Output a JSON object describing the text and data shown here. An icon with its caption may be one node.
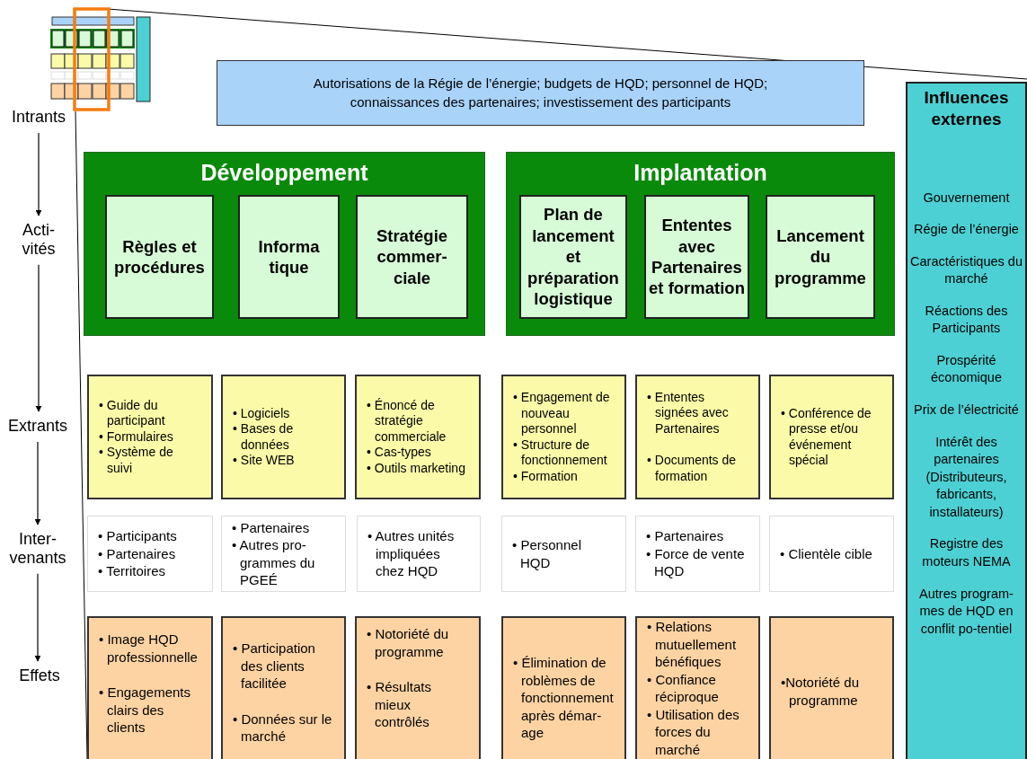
{
  "diagram": {
    "nodes": [
      {
        "text": [
          "Intrants"
        ]
      },
      {
        "text": [
          "Acti-vités"
        ]
      },
      {
        "text": [
          "Extrants"
        ]
      },
      {
        "text": [
          "Inter-venants"
        ]
      },
      {
        "text": [
          "Effets"
        ]
      },
      {
        "text": [
          "Autorisations de la Régie de l’énergie; budgets de HQD; personnel de HQD; connaissances des partenaires; investissement des participants"
        ]
      },
      {
        "text": [
          "Développement"
        ]
      },
      {
        "text": [
          "Règles et procédures"
        ],
        "in": 6
      },
      {
        "text": [
          "Informa tique"
        ],
        "in": 6
      },
      {
        "text": [
          "Stratégie commer-ciale"
        ],
        "in": 6
      },
      {
        "text": [
          "Implantation"
        ]
      },
      {
        "text": [
          "Plan de lancement et préparation logistique"
        ],
        "in": 10
      },
      {
        "text": [
          "Ententes avec Partenaires et formation"
        ],
        "in": 10
      },
      {
        "text": [
          "Lancement du programme"
        ],
        "in": 10
      },
      {
        "text": [
          "• Guide du participant",
          "• Formulaires",
          "• Système de suivi"
        ]
      },
      {
        "text": [
          "• Logiciels",
          "• Bases de données",
          "• Site WEB"
        ]
      },
      {
        "text": [
          "• Énoncé de stratégie commerciale",
          "• Cas-types",
          "• Outils marketing"
        ]
      },
      {
        "text": [
          "• Engagement de nouveau personnel",
          "• Structure de fonctionnement",
          "• Formation"
        ]
      },
      {
        "text": [
          "• Ententes signées avec Partenaires",
          "• Documents de formation"
        ]
      },
      {
        "text": [
          "• Conférence de presse et/ou événement spécial"
        ]
      },
      {
        "text": [
          "• Participants",
          "• Partenaires",
          "• Territoires"
        ]
      },
      {
        "text": [
          "• Partenaires",
          "• Autres pro-grammes du PGEÉ"
        ]
      },
      {
        "text": [
          "• Autres unités impliquées chez HQD"
        ]
      },
      {
        "text": [
          "• Personnel HQD"
        ]
      },
      {
        "text": [
          "• Partenaires",
          "• Force de vente HQD"
        ]
      },
      {
        "text": [
          "• Clientèle cible"
        ]
      },
      {
        "text": [
          "• Image HQD professionnelle",
          "• Engagements clairs des clients"
        ]
      },
      {
        "text": [
          "• Participation des clients facilitée",
          "• Données sur le marché"
        ]
      },
      {
        "text": [
          "• Notoriété du programme",
          "• Résultats mieux contrôlés"
        ]
      },
      {
        "text": [
          "• Élimination de roblèmes de fonctionnement après démar-age"
        ]
      },
      {
        "text": [
          "• Relations mutuellement bénéfiques",
          "• Confiance réciproque",
          "• Utilisation des forces du marché"
        ]
      },
      {
        "text": [
          "•Notoriété du programme"
        ]
      },
      {
        "text": [
          "Influences externes",
          "Gouvernement",
          "Régie de l’énergie",
          "Caractéristiques du marché",
          "Réactions des Participants",
          "Prospérité économique",
          "Prix de l’électricité",
          "Intérêt  des partenaires (Distributeurs, fabricants, installateurs)",
          "Registre des moteurs NEMA",
          "Autres program-mes de HQD en conflit po-tentiel"
        ]
      }
    ],
    "edges": [
      {
        "from": 0,
        "to": 1,
        "arrow": "to"
      },
      {
        "from": 1,
        "to": 2,
        "arrow": "to"
      },
      {
        "from": 2,
        "to": 3,
        "arrow": "to"
      },
      {
        "from": 3,
        "to": 4,
        "arrow": "to"
      }
    ]
  }
}
